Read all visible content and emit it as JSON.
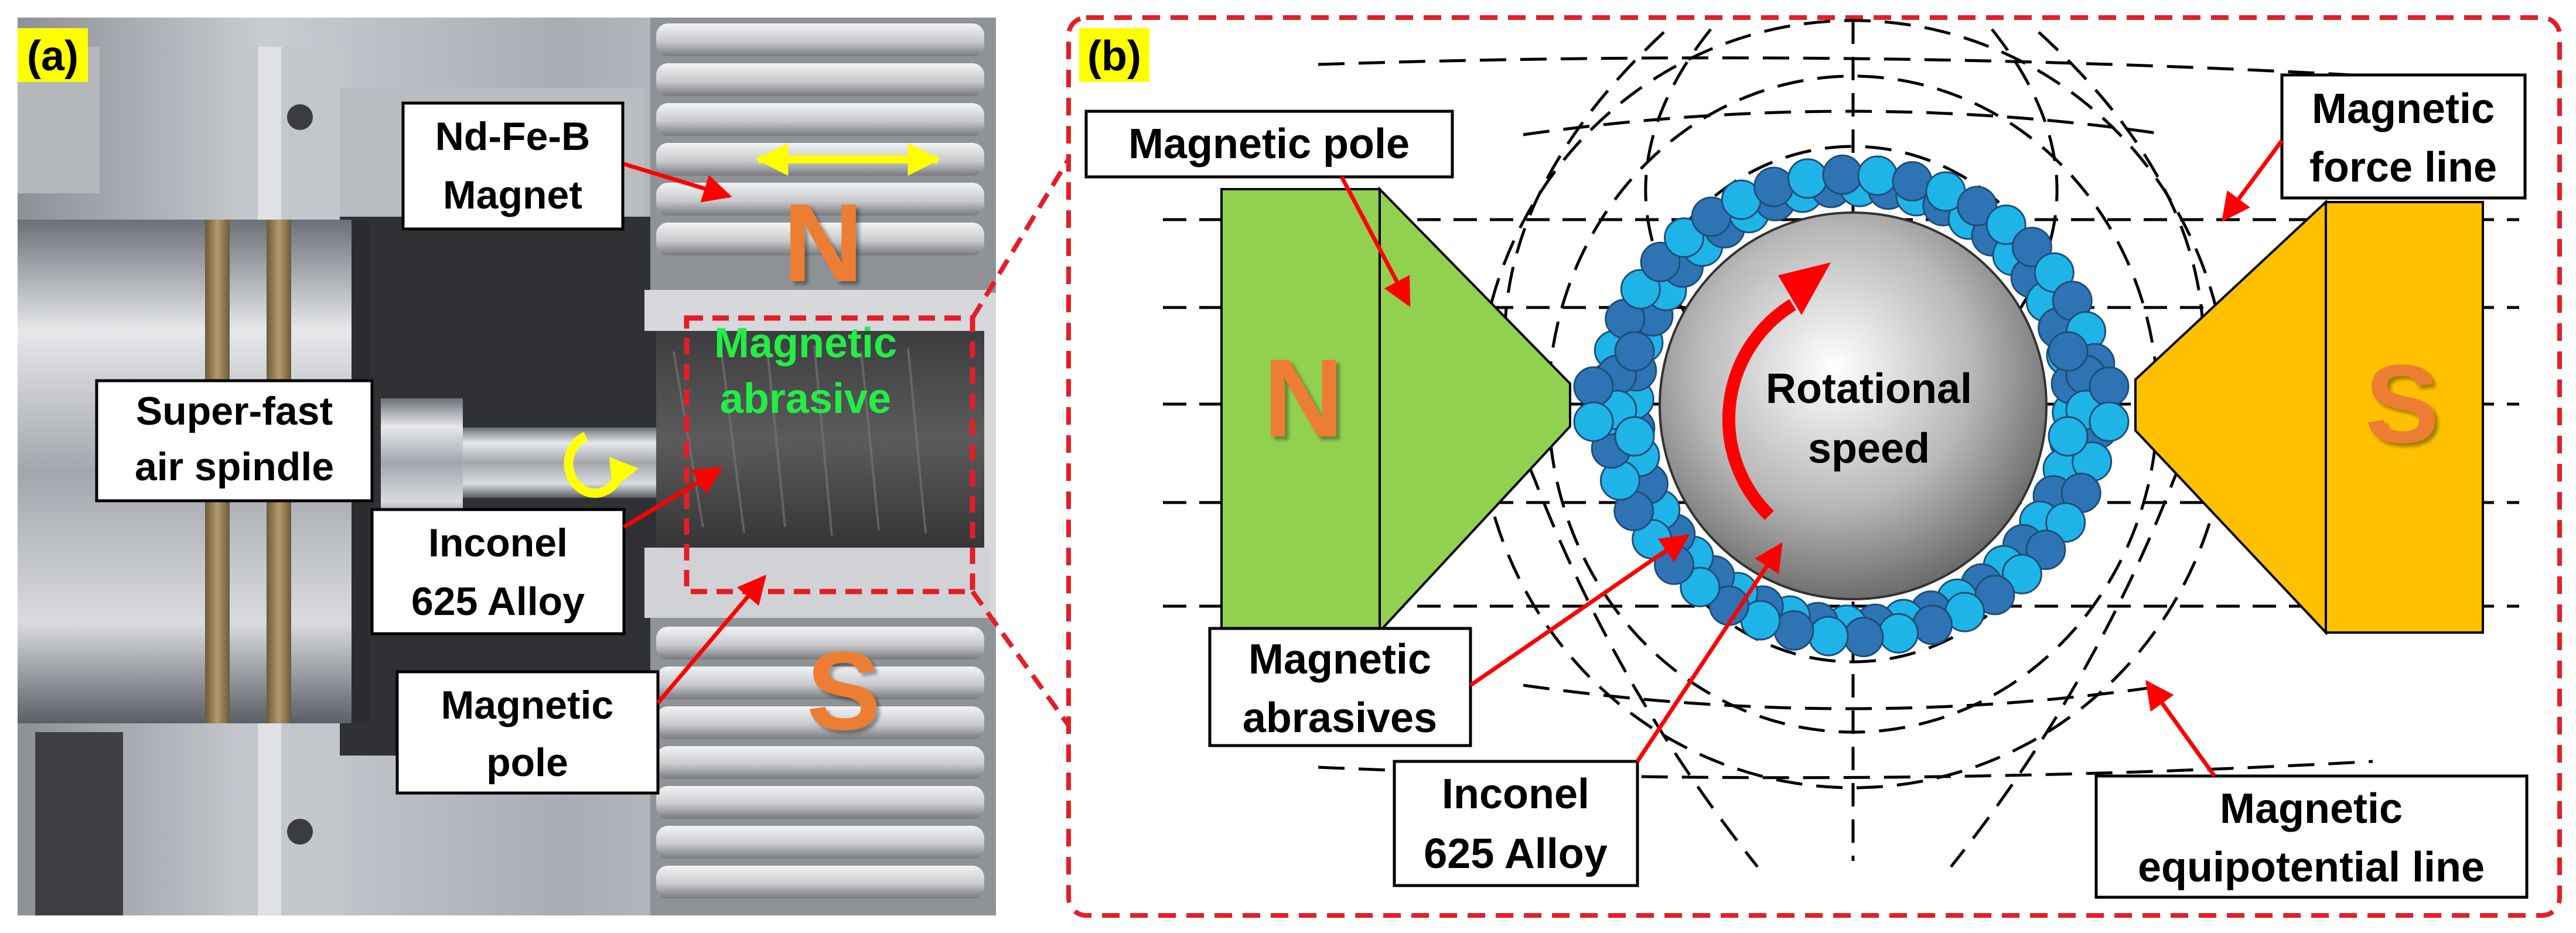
{
  "panel_a": {
    "tag": "(a)",
    "labels": {
      "magnet": [
        "Nd-Fe-B",
        "Magnet"
      ],
      "spindle": [
        "Super-fast",
        "air spindle"
      ],
      "workpiece": [
        "Inconel",
        "625 Alloy"
      ],
      "pole": [
        "Magnetic",
        "pole"
      ],
      "abrasive": [
        "Magnetic",
        "abrasive"
      ]
    },
    "pole_letters": {
      "north": "N",
      "south": "S"
    }
  },
  "panel_b": {
    "tag": "(b)",
    "labels": {
      "magnetic_pole": "Magnetic pole",
      "force_line": [
        "Magnetic",
        "force line"
      ],
      "abrasives": [
        "Magnetic",
        "abrasives"
      ],
      "workpiece": [
        "Inconel",
        "625 Alloy"
      ],
      "equipotential": [
        "Magnetic",
        "equipotential line"
      ],
      "rotation": [
        "Rotational",
        "speed"
      ]
    },
    "pole_letters": {
      "north": "N",
      "south": "S"
    }
  },
  "colors": {
    "tag_highlight": "#ffff00",
    "callout_arrow": "#ff0000",
    "dashed_frame": "#e41e26",
    "north_pole": "#92d050",
    "south_pole": "#ffc000",
    "pole_letter": "#ed7d31",
    "abrasive_light": "#1fb4e8",
    "abrasive_dark": "#2e74b5",
    "abrasive_text": "#22ee44",
    "motion_arrow": "#ffff00"
  }
}
